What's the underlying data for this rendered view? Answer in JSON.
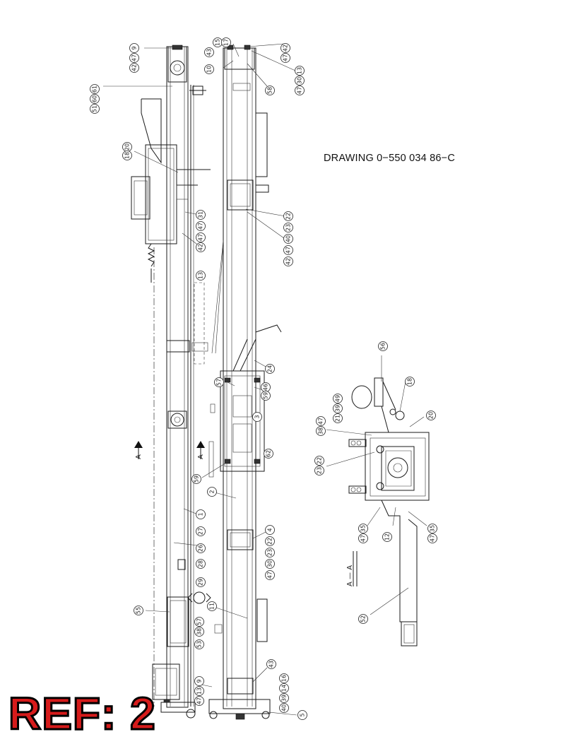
{
  "drawing_number": "DRAWING 0−550 034 86−C",
  "ref_label": "REF: 2",
  "section_mark": "A",
  "section_view_label": "A — A",
  "balloons": [
    {
      "label": "9"
    },
    {
      "label": "47"
    },
    {
      "label": "42"
    },
    {
      "label": "61"
    },
    {
      "label": "60"
    },
    {
      "label": "51"
    },
    {
      "label": "20"
    },
    {
      "label": "18"
    },
    {
      "label": "31"
    },
    {
      "label": "47"
    },
    {
      "label": "47"
    },
    {
      "label": "42"
    },
    {
      "label": "13"
    },
    {
      "label": "15"
    },
    {
      "label": "17"
    },
    {
      "label": "43"
    },
    {
      "label": "42"
    },
    {
      "label": "47"
    },
    {
      "label": "10"
    },
    {
      "label": "13"
    },
    {
      "label": "30"
    },
    {
      "label": "47"
    },
    {
      "label": "58"
    },
    {
      "label": "22"
    },
    {
      "label": "23"
    },
    {
      "label": "40"
    },
    {
      "label": "47"
    },
    {
      "label": "42"
    },
    {
      "label": "24"
    },
    {
      "label": "57"
    },
    {
      "label": "46"
    },
    {
      "label": "59"
    },
    {
      "label": "3"
    },
    {
      "label": "62"
    },
    {
      "label": "59"
    },
    {
      "label": "2"
    },
    {
      "label": "1"
    },
    {
      "label": "27"
    },
    {
      "label": "26"
    },
    {
      "label": "28"
    },
    {
      "label": "4"
    },
    {
      "label": "22"
    },
    {
      "label": "23"
    },
    {
      "label": "30"
    },
    {
      "label": "47"
    },
    {
      "label": "29"
    },
    {
      "label": "11"
    },
    {
      "label": "55"
    },
    {
      "label": "57"
    },
    {
      "label": "38"
    },
    {
      "label": "53"
    },
    {
      "label": "43"
    },
    {
      "label": "16"
    },
    {
      "label": "14"
    },
    {
      "label": "39"
    },
    {
      "label": "40"
    },
    {
      "label": "9"
    },
    {
      "label": "13"
    },
    {
      "label": "47"
    },
    {
      "label": "5"
    },
    {
      "label": "56"
    },
    {
      "label": "49"
    },
    {
      "label": "39"
    },
    {
      "label": "21"
    },
    {
      "label": "18"
    },
    {
      "label": "20"
    },
    {
      "label": "47"
    },
    {
      "label": "38"
    },
    {
      "label": "22"
    },
    {
      "label": "23"
    },
    {
      "label": "35"
    },
    {
      "label": "47"
    },
    {
      "label": "12"
    },
    {
      "label": "35"
    },
    {
      "label": "47"
    },
    {
      "label": "52"
    }
  ]
}
